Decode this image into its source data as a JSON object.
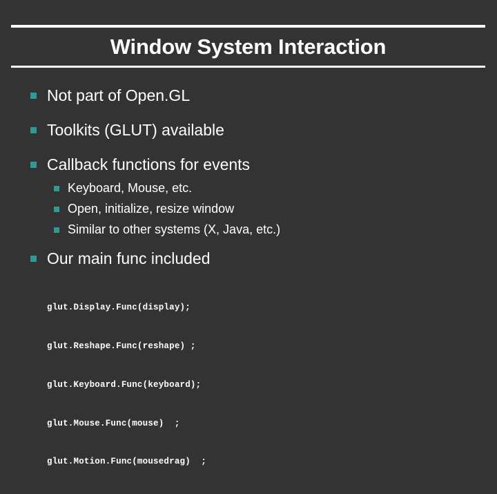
{
  "slide": {
    "title": "Window System Interaction",
    "accent_color": "#2E9A96",
    "background_color": "#333333",
    "text_color": "#FFFFFF",
    "bullet_icon": "square-bullet"
  },
  "bullets_level1": [
    {
      "text": "Not part of Open.GL"
    },
    {
      "text": "Toolkits (GLUT) available"
    },
    {
      "text": "Callback functions for events"
    },
    {
      "text": "Our main func included"
    }
  ],
  "bullets_level2": [
    {
      "text": "Keyboard, Mouse, etc."
    },
    {
      "text": "Open, initialize, resize window"
    },
    {
      "text": "Similar to other systems (X, Java, etc.)"
    }
  ],
  "code_lines": [
    "glut.Display.Func(display);",
    "glut.Reshape.Func(reshape) ;",
    "glut.Keyboard.Func(keyboard);",
    "glut.Mouse.Func(mouse)  ;",
    "glut.Motion.Func(mousedrag)  ;"
  ]
}
